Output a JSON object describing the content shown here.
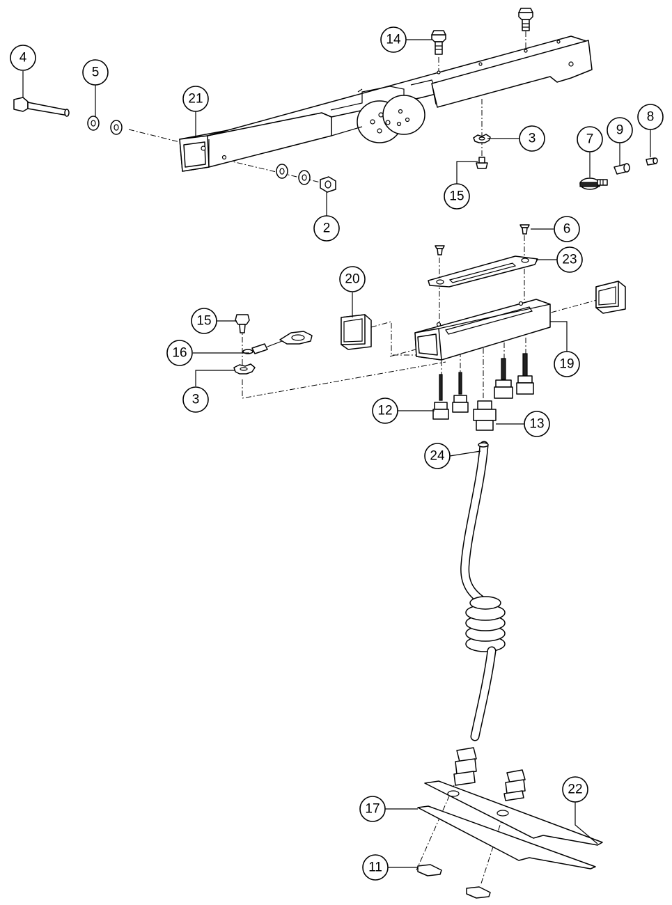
{
  "callouts": [
    {
      "id": "c-4",
      "label": "4"
    },
    {
      "id": "c-5",
      "label": "5"
    },
    {
      "id": "c-21",
      "label": "21"
    },
    {
      "id": "c-14",
      "label": "14"
    },
    {
      "id": "c-3a",
      "label": "3"
    },
    {
      "id": "c-15a",
      "label": "15"
    },
    {
      "id": "c-2",
      "label": "2"
    },
    {
      "id": "c-7",
      "label": "7"
    },
    {
      "id": "c-9",
      "label": "9"
    },
    {
      "id": "c-8",
      "label": "8"
    },
    {
      "id": "c-6",
      "label": "6"
    },
    {
      "id": "c-23",
      "label": "23"
    },
    {
      "id": "c-20",
      "label": "20"
    },
    {
      "id": "c-15b",
      "label": "15"
    },
    {
      "id": "c-16",
      "label": "16"
    },
    {
      "id": "c-19",
      "label": "19"
    },
    {
      "id": "c-3b",
      "label": "3"
    },
    {
      "id": "c-12",
      "label": "12"
    },
    {
      "id": "c-13",
      "label": "13"
    },
    {
      "id": "c-24",
      "label": "24"
    },
    {
      "id": "c-22",
      "label": "22"
    },
    {
      "id": "c-17",
      "label": "17"
    },
    {
      "id": "c-11",
      "label": "11"
    }
  ]
}
